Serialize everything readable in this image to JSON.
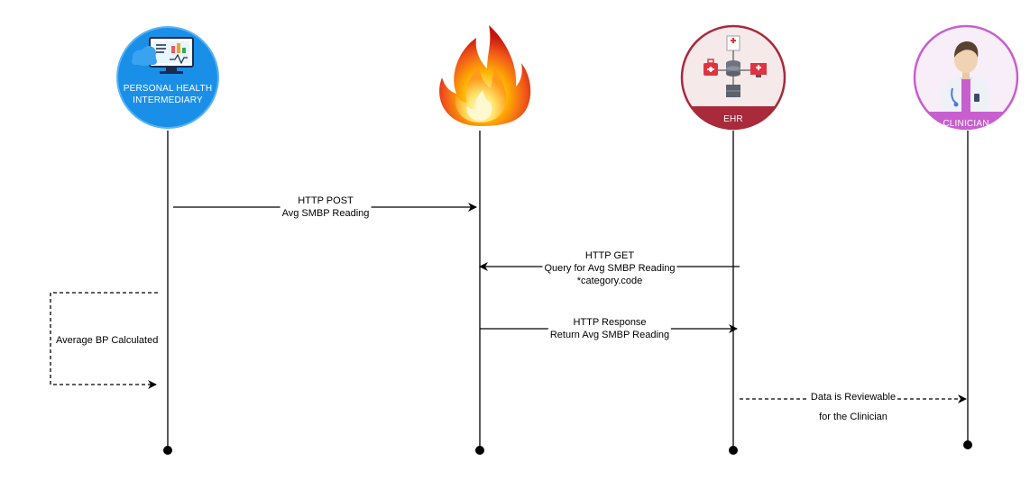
{
  "participants": [
    {
      "id": "phi",
      "caption_line1": "PERSONAL HEALTH",
      "caption_line2": "INTERMEDIARY",
      "icon": "monitor-cloud-icon",
      "color": "#1a8fe8"
    },
    {
      "id": "fhir",
      "icon": "fire-icon",
      "color": "#e8571a"
    },
    {
      "id": "ehr",
      "caption": "EHR",
      "icon": "ehr-network-icon",
      "color": "#b0293d"
    },
    {
      "id": "clinician",
      "caption": "CLINICIAN",
      "icon": "doctor-icon",
      "color": "#c85fcf"
    }
  ],
  "messages": [
    {
      "id": "post",
      "line1": "HTTP POST",
      "line2": "Avg SMBP Reading"
    },
    {
      "id": "get",
      "line1": "HTTP GET",
      "line2": "Query for Avg SMBP Reading",
      "line3": "*category.code"
    },
    {
      "id": "self",
      "label": "Average BP Calculated"
    },
    {
      "id": "response",
      "line1": "HTTP Response",
      "line2": "Return Avg SMBP Reading"
    },
    {
      "id": "reviewable",
      "line1": "Data is Reviewable",
      "line2": "for the Clinician"
    }
  ]
}
